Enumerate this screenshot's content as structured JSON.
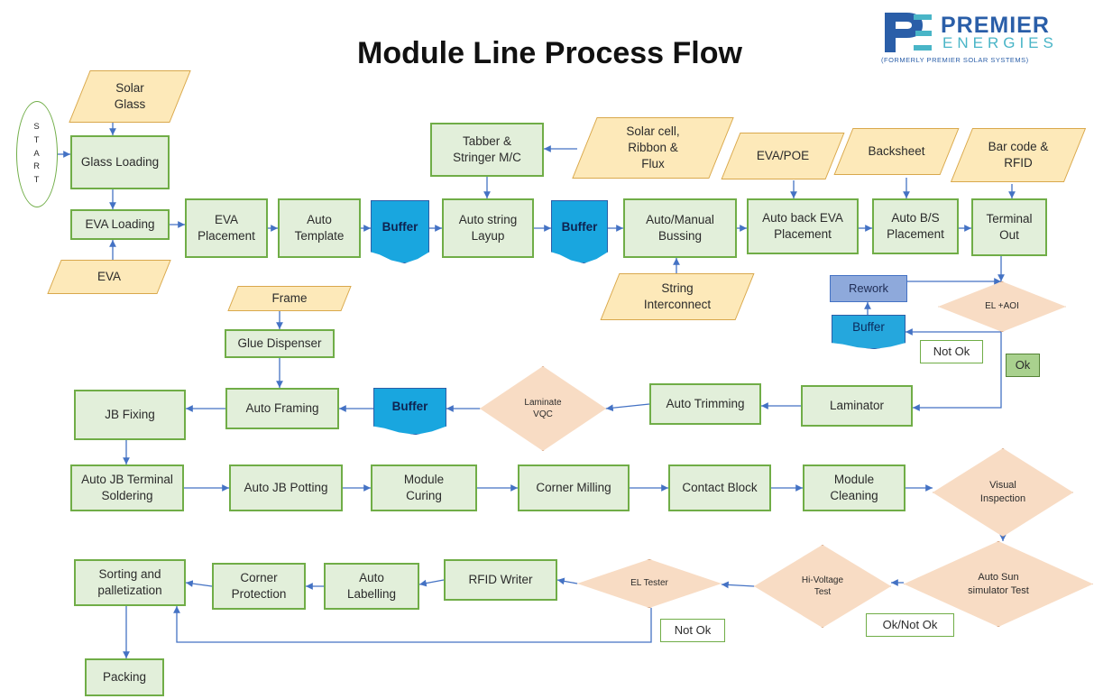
{
  "title": "Module Line Process Flow",
  "logo": {
    "brand": "PREMIER",
    "sub": "ENERGIES",
    "note": "(FORMERLY PREMIER SOLAR SYSTEMS)",
    "colors": {
      "primary": "#2a5ea8",
      "accent": "#49b5c7"
    }
  },
  "colors": {
    "process_fill": "#e2efda",
    "process_border": "#70ad47",
    "input_fill": "#fde9b9",
    "decision_fill": "#f8dcc4",
    "buffer_fill": "#19a6df",
    "rework_fill": "#8ea9db",
    "arrow": "#4472c4"
  },
  "nodes": [
    {
      "id": "start",
      "shape": "terminator",
      "label": "S\nT\nA\nR\nT"
    },
    {
      "id": "solar_glass",
      "shape": "input",
      "label": "Solar\nGlass"
    },
    {
      "id": "glass_loading",
      "shape": "process",
      "label": "Glass Loading"
    },
    {
      "id": "eva_loading",
      "shape": "process",
      "label": "EVA Loading"
    },
    {
      "id": "eva_in",
      "shape": "input",
      "label": "EVA"
    },
    {
      "id": "eva_placement",
      "shape": "process",
      "label": "EVA\nPlacement"
    },
    {
      "id": "auto_template",
      "shape": "process",
      "label": "Auto\nTemplate"
    },
    {
      "id": "buffer1",
      "shape": "buffer",
      "label": "Buffer"
    },
    {
      "id": "tabber",
      "shape": "process",
      "label": "Tabber &\nStringer M/C"
    },
    {
      "id": "solar_cell",
      "shape": "input",
      "label": "Solar cell,\nRibbon &\nFlux"
    },
    {
      "id": "auto_string",
      "shape": "process",
      "label": "Auto string\nLayup"
    },
    {
      "id": "buffer2",
      "shape": "buffer",
      "label": "Buffer"
    },
    {
      "id": "bussing",
      "shape": "process",
      "label": "Auto/Manual\nBussing"
    },
    {
      "id": "string_ic",
      "shape": "input",
      "label": "String\nInterconnect"
    },
    {
      "id": "eva_poe",
      "shape": "input",
      "label": "EVA/POE"
    },
    {
      "id": "backsheet",
      "shape": "input",
      "label": "Backsheet"
    },
    {
      "id": "barcode",
      "shape": "input",
      "label": "Bar code &\nRFID"
    },
    {
      "id": "auto_back_eva",
      "shape": "process",
      "label": "Auto back EVA\nPlacement"
    },
    {
      "id": "auto_bs",
      "shape": "process",
      "label": "Auto B/S\nPlacement"
    },
    {
      "id": "terminal_out",
      "shape": "process",
      "label": "Terminal\nOut"
    },
    {
      "id": "rework",
      "shape": "rework",
      "label": "Rework"
    },
    {
      "id": "el_aoi",
      "shape": "decision",
      "label": "EL +AOI"
    },
    {
      "id": "buffer3",
      "shape": "buffer-soft",
      "label": "Buffer"
    },
    {
      "id": "not_ok1",
      "shape": "label",
      "label": "Not Ok"
    },
    {
      "id": "ok1",
      "shape": "label-ok",
      "label": "Ok"
    },
    {
      "id": "frame",
      "shape": "input",
      "label": "Frame"
    },
    {
      "id": "glue",
      "shape": "process",
      "label": "Glue Dispenser"
    },
    {
      "id": "jb_fixing",
      "shape": "process",
      "label": "JB Fixing"
    },
    {
      "id": "auto_framing",
      "shape": "process",
      "label": "Auto Framing"
    },
    {
      "id": "buffer4",
      "shape": "buffer",
      "label": "Buffer"
    },
    {
      "id": "laminate_vqc",
      "shape": "decision",
      "label": "Laminate\nVQC"
    },
    {
      "id": "auto_trimming",
      "shape": "process",
      "label": "Auto Trimming"
    },
    {
      "id": "laminator",
      "shape": "process",
      "label": "Laminator"
    },
    {
      "id": "jb_solder",
      "shape": "process",
      "label": "Auto JB Terminal\nSoldering"
    },
    {
      "id": "jb_potting",
      "shape": "process",
      "label": "Auto JB Potting"
    },
    {
      "id": "curing",
      "shape": "process",
      "label": "Module\nCuring"
    },
    {
      "id": "corner_milling",
      "shape": "process",
      "label": "Corner Milling"
    },
    {
      "id": "contact_block",
      "shape": "process",
      "label": "Contact Block"
    },
    {
      "id": "cleaning",
      "shape": "process",
      "label": "Module\nCleaning"
    },
    {
      "id": "visual",
      "shape": "decision",
      "label": "Visual\nInspection"
    },
    {
      "id": "sun_sim",
      "shape": "decision",
      "label": "Auto Sun\nsimulator Test"
    },
    {
      "id": "hi_voltage",
      "shape": "decision",
      "label": "Hi-Voltage\nTest"
    },
    {
      "id": "el_tester",
      "shape": "decision",
      "label": "EL Tester"
    },
    {
      "id": "rfid_writer",
      "shape": "process",
      "label": "RFID Writer"
    },
    {
      "id": "auto_labelling",
      "shape": "process",
      "label": "Auto\nLabelling"
    },
    {
      "id": "corner_protection",
      "shape": "process",
      "label": "Corner\nProtection"
    },
    {
      "id": "sorting",
      "shape": "process",
      "label": "Sorting and\npalletization"
    },
    {
      "id": "packing",
      "shape": "process",
      "label": "Packing"
    },
    {
      "id": "not_ok2",
      "shape": "label",
      "label": "Not Ok"
    },
    {
      "id": "ok_not_ok",
      "shape": "label",
      "label": "Ok/Not Ok"
    }
  ],
  "edges": [
    [
      "start",
      "glass_loading"
    ],
    [
      "solar_glass",
      "glass_loading"
    ],
    [
      "glass_loading",
      "eva_loading"
    ],
    [
      "eva_in",
      "eva_loading"
    ],
    [
      "eva_loading",
      "eva_placement"
    ],
    [
      "eva_placement",
      "auto_template"
    ],
    [
      "auto_template",
      "buffer1"
    ],
    [
      "buffer1",
      "auto_string"
    ],
    [
      "solar_cell",
      "tabber"
    ],
    [
      "tabber",
      "auto_string"
    ],
    [
      "auto_string",
      "buffer2"
    ],
    [
      "buffer2",
      "bussing"
    ],
    [
      "string_ic",
      "bussing"
    ],
    [
      "bussing",
      "auto_back_eva"
    ],
    [
      "eva_poe",
      "auto_back_eva"
    ],
    [
      "auto_back_eva",
      "auto_bs"
    ],
    [
      "backsheet",
      "auto_bs"
    ],
    [
      "auto_bs",
      "terminal_out"
    ],
    [
      "barcode",
      "terminal_out"
    ],
    [
      "terminal_out",
      "el_aoi"
    ],
    [
      "el_aoi",
      "buffer3"
    ],
    [
      "buffer3",
      "rework"
    ],
    [
      "rework",
      "el_aoi"
    ],
    [
      "el_aoi",
      "laminator"
    ],
    [
      "laminator",
      "auto_trimming"
    ],
    [
      "auto_trimming",
      "laminate_vqc"
    ],
    [
      "laminate_vqc",
      "buffer4"
    ],
    [
      "buffer4",
      "auto_framing"
    ],
    [
      "frame",
      "glue"
    ],
    [
      "glue",
      "auto_framing"
    ],
    [
      "auto_framing",
      "jb_fixing"
    ],
    [
      "jb_fixing",
      "jb_solder"
    ],
    [
      "jb_solder",
      "jb_potting"
    ],
    [
      "jb_potting",
      "curing"
    ],
    [
      "curing",
      "corner_milling"
    ],
    [
      "corner_milling",
      "contact_block"
    ],
    [
      "contact_block",
      "cleaning"
    ],
    [
      "cleaning",
      "visual"
    ],
    [
      "visual",
      "sun_sim"
    ],
    [
      "sun_sim",
      "hi_voltage"
    ],
    [
      "hi_voltage",
      "el_tester"
    ],
    [
      "el_tester",
      "rfid_writer"
    ],
    [
      "rfid_writer",
      "auto_labelling"
    ],
    [
      "auto_labelling",
      "corner_protection"
    ],
    [
      "corner_protection",
      "sorting"
    ],
    [
      "el_tester",
      "sorting"
    ],
    [
      "sorting",
      "packing"
    ]
  ]
}
